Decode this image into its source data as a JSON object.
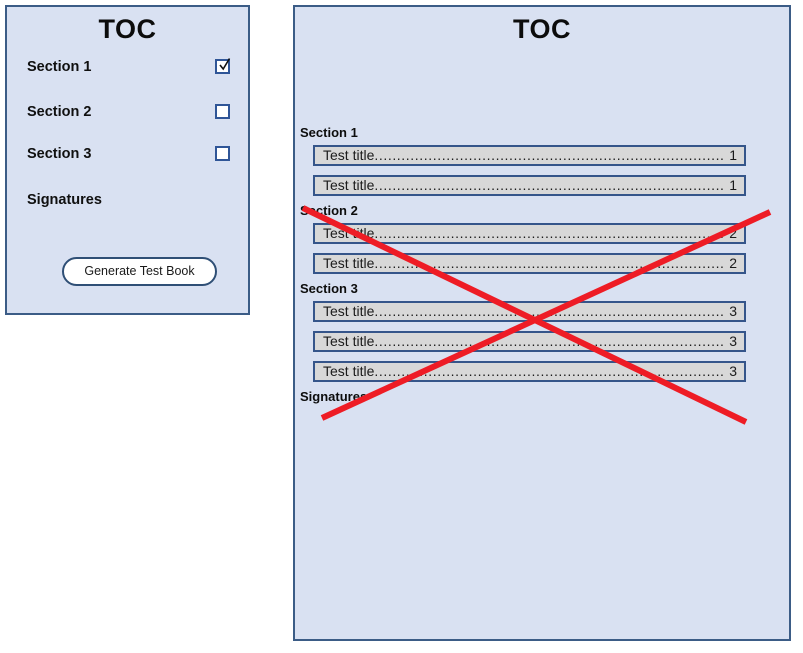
{
  "left_panel": {
    "title": "TOC",
    "rows": [
      {
        "label": "Section 1",
        "checkbox": true,
        "checked": true
      },
      {
        "label": "Section 2",
        "checkbox": true,
        "checked": false
      },
      {
        "label": "Section 3",
        "checkbox": true,
        "checked": false
      },
      {
        "label": "Signatures",
        "checkbox": false,
        "checked": false
      }
    ],
    "generate_button_label": "Generate Test Book"
  },
  "right_panel": {
    "title": "TOC",
    "leader_dots": "........................................................................................................................................",
    "groups": [
      {
        "heading": "Section 1",
        "entries": [
          {
            "title": "Test title",
            "page": "1"
          },
          {
            "title": "Test title",
            "page": "1"
          }
        ]
      },
      {
        "heading": "Section 2",
        "entries": [
          {
            "title": "Test title",
            "page": "2"
          },
          {
            "title": "Test title",
            "page": "2"
          }
        ]
      },
      {
        "heading": "Section 3",
        "entries": [
          {
            "title": "Test title",
            "page": "3"
          },
          {
            "title": "Test title",
            "page": "3"
          },
          {
            "title": "Test title",
            "page": "3"
          }
        ]
      },
      {
        "heading": "Signatures",
        "entries": []
      }
    ]
  },
  "annotation": {
    "type": "red-cross-out",
    "color": "#ee1c25",
    "stroke_width": 6
  },
  "colors": {
    "panel_background": "#d9e1f2",
    "panel_border": "#3b5c86",
    "entry_fill": "#d8d8d8",
    "entry_border": "#35558a",
    "checkbox_border": "#2f5597",
    "button_border": "#2f4f76",
    "text": "#0d0d0d",
    "cross": "#ee1c25"
  }
}
